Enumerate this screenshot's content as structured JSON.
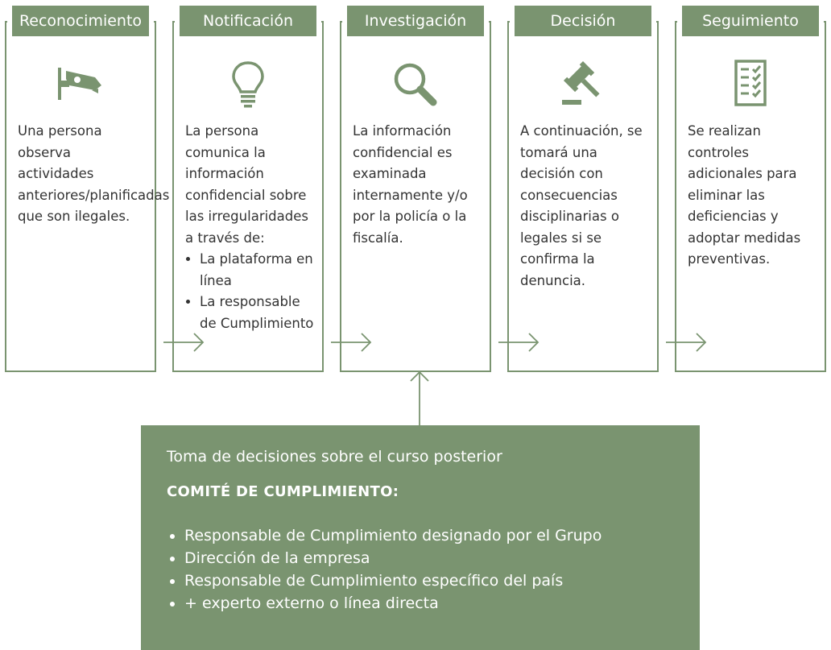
{
  "colors": {
    "accent": "#7a9470",
    "text": "#333333"
  },
  "steps": [
    {
      "title": "Reconocimiento",
      "icon": "surveillance-camera-icon",
      "text": "Una persona observa actividades anteriores/planificadas que son ilegales.",
      "bullets": []
    },
    {
      "title": "Notificación",
      "icon": "lightbulb-icon",
      "text": "La persona comunica la información confidencial sobre las irregularidades a través de:",
      "bullets": [
        "La plataforma en línea",
        "La responsable de Cumplimiento"
      ]
    },
    {
      "title": "Investigación",
      "icon": "magnifier-icon",
      "text": "La información confidencial es examinada internamente y/o por la policía o la fiscalía.",
      "bullets": []
    },
    {
      "title": "Decisión",
      "icon": "gavel-icon",
      "text": "A continuación, se tomará una decisión con consecuencias disciplinarias o legales si se confirma la denuncia.",
      "bullets": []
    },
    {
      "title": "Seguimiento",
      "icon": "checklist-icon",
      "text": "Se realizan controles adicionales para eliminar las deficiencias y adoptar medidas preventivas.",
      "bullets": []
    }
  ],
  "committee": {
    "intro": "Toma de decisiones sobre el curso posterior",
    "title": "COMITÉ DE CUMPLIMIENTO:",
    "members": [
      "Responsable de Cumplimiento designado por el Grupo",
      "Dirección de la empresa",
      "Responsable de Cumplimiento específico del país",
      "+ experto externo o línea directa"
    ]
  }
}
